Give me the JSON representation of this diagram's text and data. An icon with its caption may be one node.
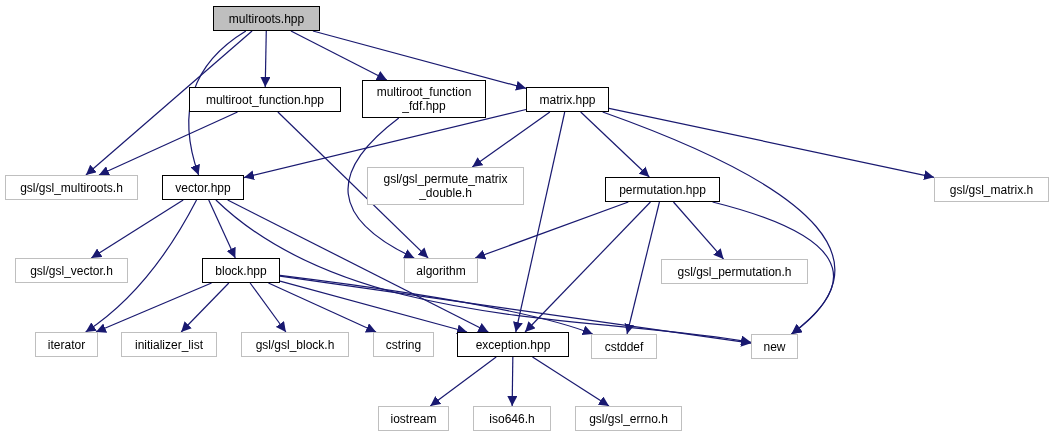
{
  "diagram": {
    "nodes": [
      {
        "text": [
          "multiroots.hpp"
        ]
      },
      {
        "text": [
          "multiroot_function.hpp"
        ]
      },
      {
        "text": [
          "multiroot_function _fdf.hpp"
        ]
      },
      {
        "text": [
          "matrix.hpp"
        ]
      },
      {
        "text": [
          "gsl/gsl_multiroots.h"
        ]
      },
      {
        "text": [
          "vector.hpp"
        ]
      },
      {
        "text": [
          "gsl/gsl_permute_matrix _double.h"
        ]
      },
      {
        "text": [
          "permutation.hpp"
        ]
      },
      {
        "text": [
          "gsl/gsl_matrix.h"
        ]
      },
      {
        "text": [
          "gsl/gsl_vector.h"
        ]
      },
      {
        "text": [
          "block.hpp"
        ]
      },
      {
        "text": [
          "algorithm"
        ]
      },
      {
        "text": [
          "gsl/gsl_permutation.h"
        ]
      },
      {
        "text": [
          "iterator"
        ]
      },
      {
        "text": [
          "initializer_list"
        ]
      },
      {
        "text": [
          "gsl/gsl_block.h"
        ]
      },
      {
        "text": [
          "cstring"
        ]
      },
      {
        "text": [
          "exception.hpp"
        ]
      },
      {
        "text": [
          "cstddef"
        ]
      },
      {
        "text": [
          "new"
        ]
      },
      {
        "text": [
          "iostream"
        ]
      },
      {
        "text": [
          "iso646.h"
        ]
      },
      {
        "text": [
          "gsl/gsl_errno.h"
        ]
      }
    ],
    "edges": [
      {
        "from": 0,
        "to": 4,
        "arrow": "to"
      },
      {
        "from": 0,
        "to": 5,
        "arrow": "to"
      },
      {
        "from": 0,
        "to": 1,
        "arrow": "to"
      },
      {
        "from": 0,
        "to": 2,
        "arrow": "to"
      },
      {
        "from": 0,
        "to": 3,
        "arrow": "to"
      },
      {
        "from": 1,
        "to": 4,
        "arrow": "to"
      },
      {
        "from": 1,
        "to": 11,
        "arrow": "to"
      },
      {
        "from": 2,
        "to": 11,
        "arrow": "to"
      },
      {
        "from": 3,
        "to": 5,
        "arrow": "to"
      },
      {
        "from": 3,
        "to": 6,
        "arrow": "to"
      },
      {
        "from": 3,
        "to": 17,
        "arrow": "to"
      },
      {
        "from": 3,
        "to": 7,
        "arrow": "to"
      },
      {
        "from": 3,
        "to": 19,
        "arrow": "to"
      },
      {
        "from": 3,
        "to": 8,
        "arrow": "to"
      },
      {
        "from": 5,
        "to": 9,
        "arrow": "to"
      },
      {
        "from": 5,
        "to": 13,
        "arrow": "to"
      },
      {
        "from": 5,
        "to": 10,
        "arrow": "to"
      },
      {
        "from": 5,
        "to": 17,
        "arrow": "to"
      },
      {
        "from": 5,
        "to": 19,
        "arrow": "to"
      },
      {
        "from": 10,
        "to": 13,
        "arrow": "to"
      },
      {
        "from": 10,
        "to": 14,
        "arrow": "to"
      },
      {
        "from": 10,
        "to": 15,
        "arrow": "to"
      },
      {
        "from": 10,
        "to": 16,
        "arrow": "to"
      },
      {
        "from": 10,
        "to": 17,
        "arrow": "to"
      },
      {
        "from": 10,
        "to": 18,
        "arrow": "to"
      },
      {
        "from": 10,
        "to": 19,
        "arrow": "to"
      },
      {
        "from": 7,
        "to": 11,
        "arrow": "to"
      },
      {
        "from": 7,
        "to": 17,
        "arrow": "to"
      },
      {
        "from": 7,
        "to": 18,
        "arrow": "to"
      },
      {
        "from": 7,
        "to": 12,
        "arrow": "to"
      },
      {
        "from": 7,
        "to": 19,
        "arrow": "to"
      },
      {
        "from": 17,
        "to": 20,
        "arrow": "to"
      },
      {
        "from": 17,
        "to": 21,
        "arrow": "to"
      },
      {
        "from": 17,
        "to": 22,
        "arrow": "to"
      }
    ]
  }
}
